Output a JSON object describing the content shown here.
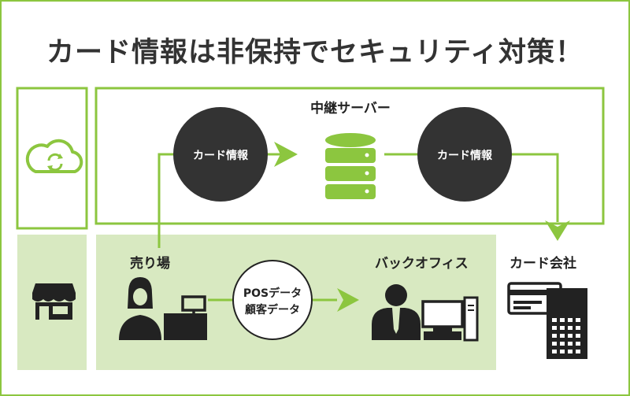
{
  "title": "カード情報は非保持でセキュリティ対策！",
  "server_label": "中継サーバー",
  "card_info_left": "カード情報",
  "card_info_right": "カード情報",
  "store_label": "売り場",
  "backoffice_label": "バックオフィス",
  "data_circle": {
    "line1": "POSデータ",
    "line2": "顧客データ"
  },
  "card_company_label": "カード会社",
  "colors": {
    "accent": "#8cc63f",
    "accent_light": "#d8e9c1",
    "dark": "#333333",
    "text": "#222222"
  },
  "icons": [
    "cloud-sync-icon",
    "storefront-icon",
    "database-server-icon",
    "cashier-icon",
    "office-worker-icon",
    "credit-card-icon",
    "office-building-icon"
  ]
}
